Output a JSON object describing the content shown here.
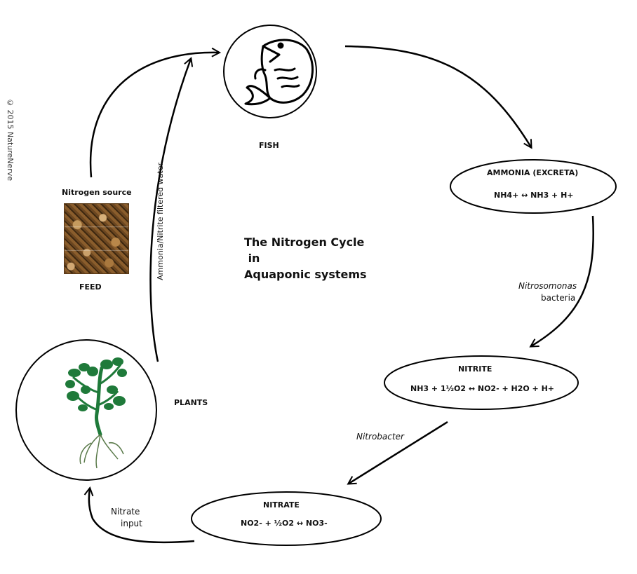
{
  "copyright": "© 2015 NatureNerve",
  "title_lines": [
    "The Nitrogen Cycle",
    " in",
    "Aquaponic systems"
  ],
  "fish": {
    "label": "FISH",
    "icon": "fish-icon"
  },
  "ammonia": {
    "title": "AMMONIA (EXCRETA)",
    "equation": "NH4+ ↔ NH3 + H+"
  },
  "nitrite": {
    "title": "NITRITE",
    "equation": "NH3 + 1½O2 ↔ NO2- + H2O + H+"
  },
  "nitrate": {
    "title": "NITRATE",
    "equation": "NO2- + ½O2 ↔ NO3-"
  },
  "plants": {
    "label": "PLANTS",
    "icon": "plant-icon"
  },
  "feed": {
    "source_label": "Nitrogen source",
    "label": "FEED",
    "icon": "feed-pellets-image"
  },
  "arrows": {
    "nitrosomonas_italic": "Nitrosomonas",
    "nitrosomonas_plain": "bacteria",
    "nitrobacter": "Nitrobacter",
    "nitrate_input_1": "Nitrate",
    "nitrate_input_2": "input",
    "filtered_water": "Ammonia/Nitrite filtered water"
  }
}
